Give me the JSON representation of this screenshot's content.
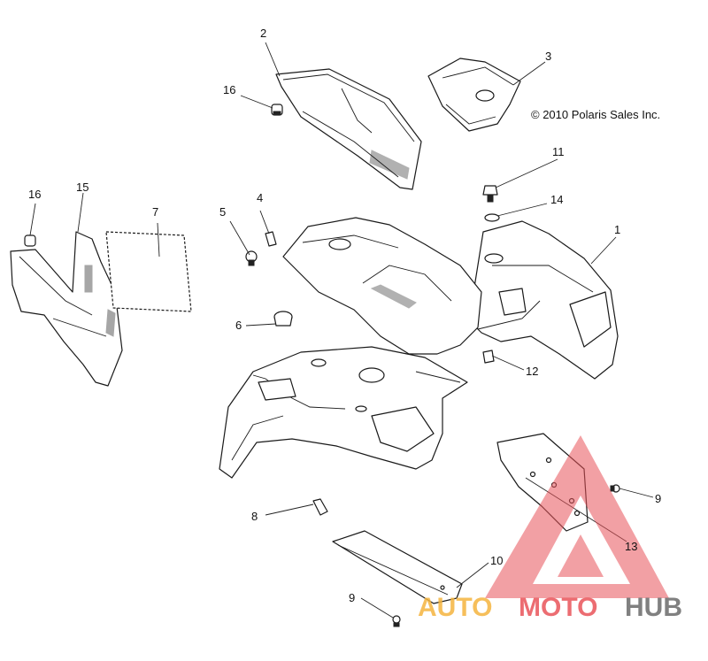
{
  "copyright": "© 2010 Polaris Sales Inc.",
  "callouts": [
    "1",
    "2",
    "3",
    "4",
    "5",
    "6",
    "7",
    "8",
    "9",
    "9",
    "10",
    "11",
    "12",
    "13",
    "14",
    "15",
    "16",
    "16"
  ],
  "watermark": {
    "part1": "AUTO",
    "part2": "MOTO",
    "part3": "HUB",
    "color_orange": "#f5b53f",
    "color_red": "#e9545a",
    "color_gray": "#6b6b6b"
  }
}
